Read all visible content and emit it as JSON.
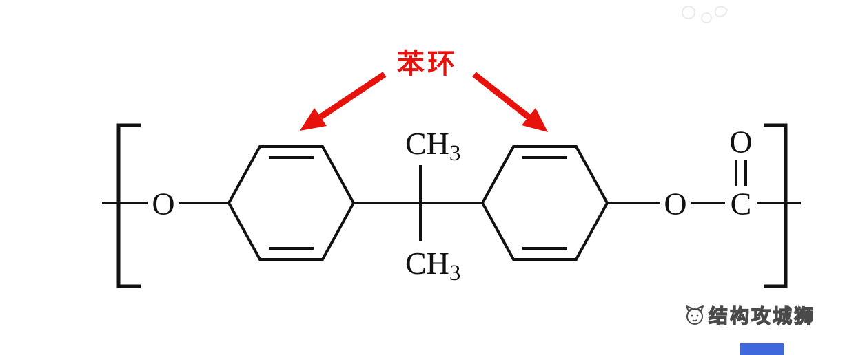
{
  "annotation": {
    "benzene_label": "苯环"
  },
  "molecule": {
    "left_oxygen": "O",
    "methyl_top": {
      "main": "CH",
      "sub": "3"
    },
    "methyl_bottom": {
      "main": "CH",
      "sub": "3"
    },
    "ester_oxygen": "O",
    "carbonyl_carbon": "C",
    "carbonyl_oxygen": "O"
  },
  "watermark": {
    "text": "结构攻城狮"
  },
  "colors": {
    "arrow_red": "#e8120c",
    "bond_black": "#111111",
    "watermark_blue": "#3e68dc"
  }
}
